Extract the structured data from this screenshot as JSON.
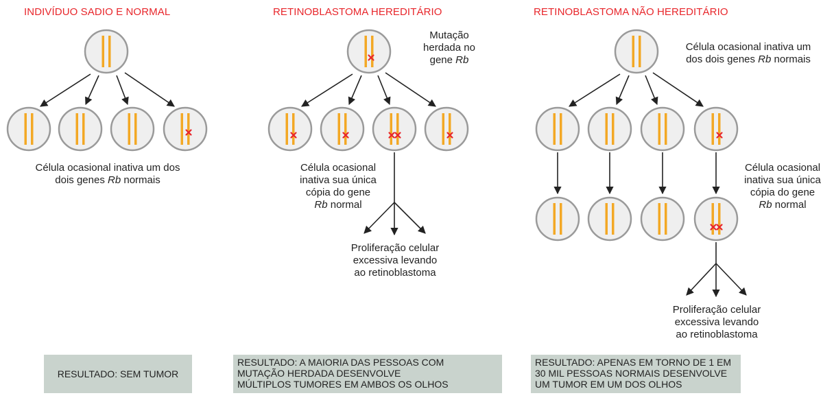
{
  "colors": {
    "title": "#e8262b",
    "cell_fill": "#efefef",
    "cell_stroke": "#9a9a9a",
    "chromosome": "#f3a825",
    "mutation": "#e8262b",
    "result_box": "#c9d3cd"
  },
  "panels": {
    "normal": {
      "title": "INDIVÍDUO SADIO E NORMAL",
      "label_1": "Célula ocasional inativa um dos",
      "label_2_pre": "dois genes ",
      "label_2_gene": "Rb",
      "label_2_post": " normais",
      "result": "RESULTADO: SEM TUMOR"
    },
    "hereditary": {
      "title": "RETINOBLASTOMA HEREDITÁRIO",
      "mut_1": "Mutação",
      "mut_2": "herdada no",
      "mut_3_pre": "gene ",
      "mut_3_gene": "Rb",
      "cell_1": "Célula ocasional",
      "cell_2": "inativa sua única",
      "cell_3": "cópia do gene",
      "cell_4_gene": "Rb",
      "cell_4_post": " normal",
      "prolif_1": "Proliferação celular",
      "prolif_2": "excessiva levando",
      "prolif_3": "ao retinoblastoma",
      "result_1": "RESULTADO: A MAIORIA DAS PESSOAS COM",
      "result_2": "MUTAÇÃO HERDADA DESENVOLVE",
      "result_3": "MÚLTIPLOS TUMORES EM AMBOS OS OLHOS"
    },
    "non_hereditary": {
      "title": "RETINOBLASTOMA NÃO HEREDITÁRIO",
      "top_1": "Célula ocasional inativa um",
      "top_2_pre": "dos dois genes ",
      "top_2_gene": "Rb",
      "top_2_post": " normais",
      "cell_1": "Célula ocasional",
      "cell_2": "inativa sua única",
      "cell_3": "cópia do gene",
      "cell_4_gene": "Rb",
      "cell_4_post": " normal",
      "prolif_1": "Proliferação celular",
      "prolif_2": "excessiva levando",
      "prolif_3": "ao retinoblastoma",
      "result_1": "RESULTADO: APENAS EM TORNO DE 1 EM",
      "result_2": "30 MIL PESSOAS NORMAIS DESENVOLVE",
      "result_3": "UM TUMOR EM UM DOS OLHOS"
    }
  }
}
